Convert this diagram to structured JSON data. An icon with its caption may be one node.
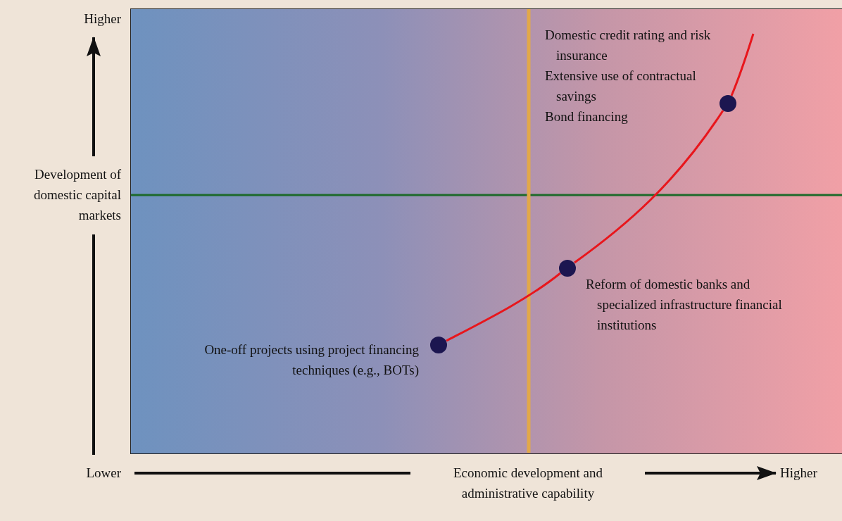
{
  "diagram": {
    "nodes": [
      {
        "text": [],
        "shape": "circle",
        "beside": [
          "One-off projects using project financing techniques (e.g., BOTs)"
        ]
      },
      {
        "text": [],
        "shape": "circle",
        "beside": [
          "Reform of domestic banks and specialized infrastructure financial institutions"
        ]
      },
      {
        "text": [],
        "shape": "circle",
        "beside": [
          "Domestic credit rating and risk insurance",
          "Extensive use of contractual savings",
          "Bond financing"
        ]
      }
    ],
    "edges": [
      {
        "from": 0,
        "to": 1,
        "arrow": "none"
      },
      {
        "from": 1,
        "to": 2,
        "arrow": "none"
      },
      {
        "from": 2,
        "to": null,
        "arrow": "none"
      }
    ],
    "labels": [
      "Higher",
      "Development of domestic capital markets",
      "Lower",
      "Economic development and administrative capability",
      "Higher"
    ]
  }
}
